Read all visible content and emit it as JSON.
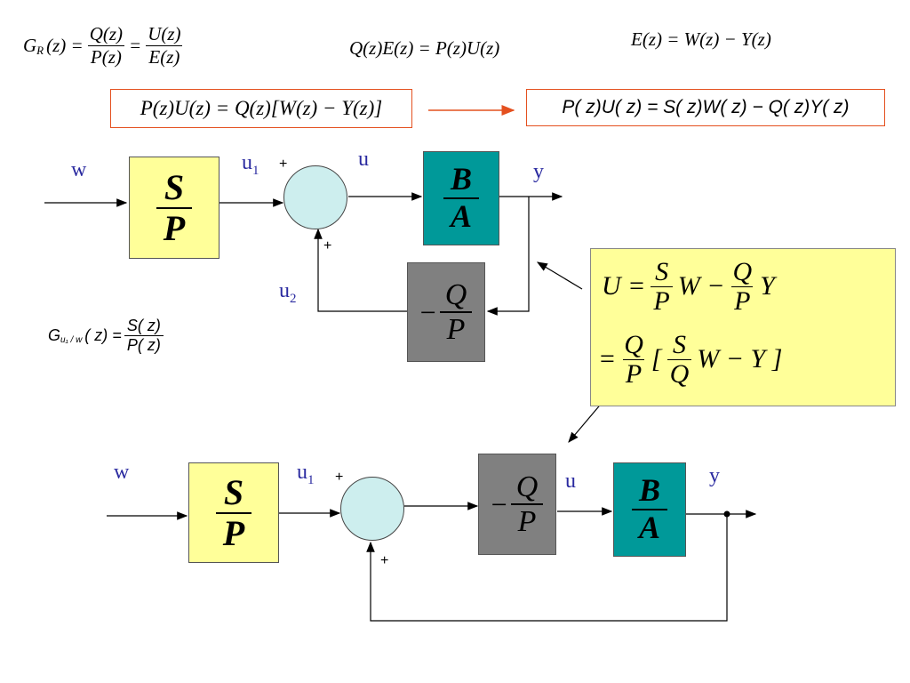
{
  "equations": {
    "gr_lhs": "G",
    "gr_sub": "R",
    "gr_arg": "(z) =",
    "gr_f1_num": "Q(z)",
    "gr_f1_den": "P(z)",
    "gr_eq2": "=",
    "gr_f2_num": "U(z)",
    "gr_f2_den": "E(z)",
    "qe": "Q(z)E(z) = P(z)U(z)",
    "e_def": "E(z) = W(z) − Y(z)",
    "box1": "P(z)U(z) = Q(z)[W(z) − Y(z)]",
    "box2": "P( z)U( z) = S( z)W( z) − Q( z)Y( z)",
    "gu_lhs": "G",
    "gu_sub": "u₁ / w",
    "gu_arg": "( z) =",
    "gu_num": "S( z)",
    "gu_den": "P( z)"
  },
  "diagram1": {
    "sig_w": "w",
    "sig_u1": "u",
    "sig_u1_sub": "1",
    "sig_u": "u",
    "sig_y": "y",
    "sig_u2": "u",
    "sig_u2_sub": "2",
    "plus_top": "+",
    "plus_bottom": "+",
    "sp_num": "S",
    "sp_den": "P",
    "ba_num": "B",
    "ba_den": "A",
    "qp_minus": "−",
    "qp_num": "Q",
    "qp_den": "P"
  },
  "note": {
    "line1_lhs": "U =",
    "f1_num": "S",
    "f1_den": "P",
    "w1": "W −",
    "f2_num": "Q",
    "f2_den": "P",
    "y1": "Y",
    "line2_eq": "=",
    "f3_num": "Q",
    "f3_den": "P",
    "bracket_open": "[",
    "f4_num": "S",
    "f4_den": "Q",
    "w2": "W − Y ]"
  },
  "diagram2": {
    "sig_w": "w",
    "sig_u1": "u",
    "sig_u1_sub": "1",
    "sig_u": "u",
    "sig_y": "y",
    "plus_top": "+",
    "plus_bottom": "+",
    "sp_num": "S",
    "sp_den": "P",
    "qp_minus": "−",
    "qp_num": "Q",
    "qp_den": "P",
    "ba_num": "B",
    "ba_den": "A"
  },
  "colors": {
    "highlight_border": "#e4501f",
    "yellow_block": "#ffff99",
    "teal_block": "#009999",
    "gray_block": "#808080",
    "summer_fill": "#cdeeee",
    "note_fill": "#ffff99",
    "signal_label": "#2a2aa0"
  }
}
